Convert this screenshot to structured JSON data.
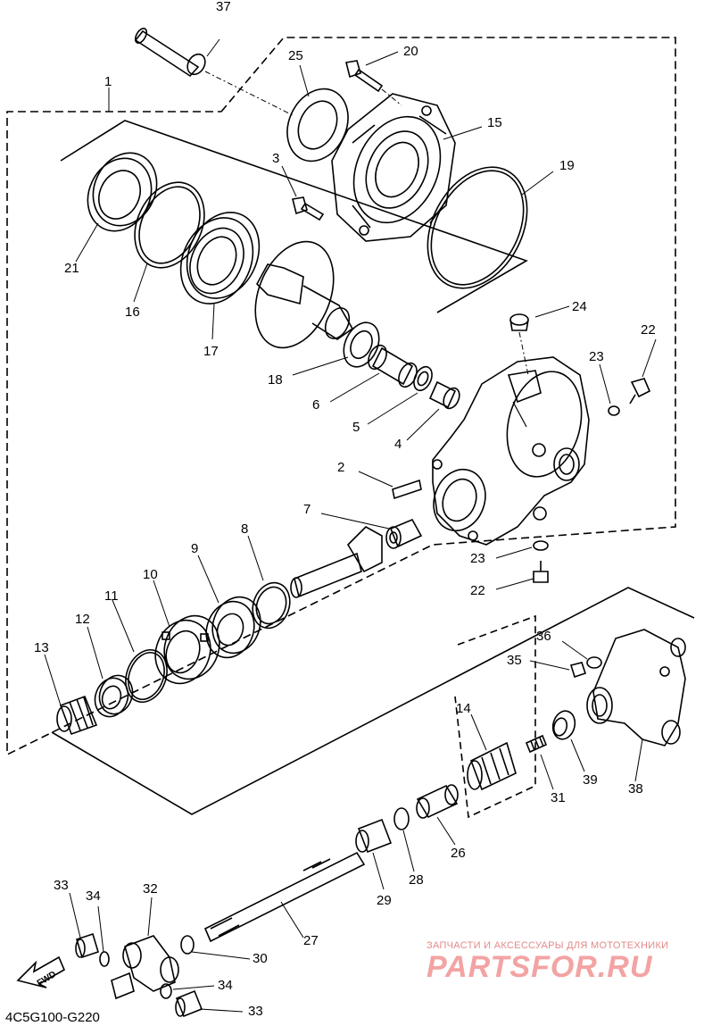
{
  "diagram": {
    "part_code": "4C5G100-G220",
    "fwd_label": "FWD",
    "watermark": {
      "tagline": "ЗАПЧАСТИ И АКСЕССУАРЫ ДЛЯ МОТОТЕХНИКИ",
      "logo": "PARTSFOR.RU"
    },
    "callouts": {
      "c1": "1",
      "c2": "2",
      "c3": "3",
      "c4": "4",
      "c5": "5",
      "c6": "6",
      "c7": "7",
      "c8": "8",
      "c9": "9",
      "c10": "10",
      "c11": "11",
      "c12": "12",
      "c13": "13",
      "c14": "14",
      "c15": "15",
      "c16": "16",
      "c17": "17",
      "c18": "18",
      "c19": "19",
      "c20": "20",
      "c21": "21",
      "c22a": "22",
      "c22b": "22",
      "c23a": "23",
      "c23b": "23",
      "c24": "24",
      "c25": "25",
      "c26": "26",
      "c27": "27",
      "c28": "28",
      "c29": "29",
      "c30": "30",
      "c31": "31",
      "c32": "32",
      "c33a": "33",
      "c33b": "33",
      "c34a": "34",
      "c34b": "34",
      "c35": "35",
      "c36": "36",
      "c37": "37",
      "c38": "38",
      "c39": "39"
    }
  }
}
